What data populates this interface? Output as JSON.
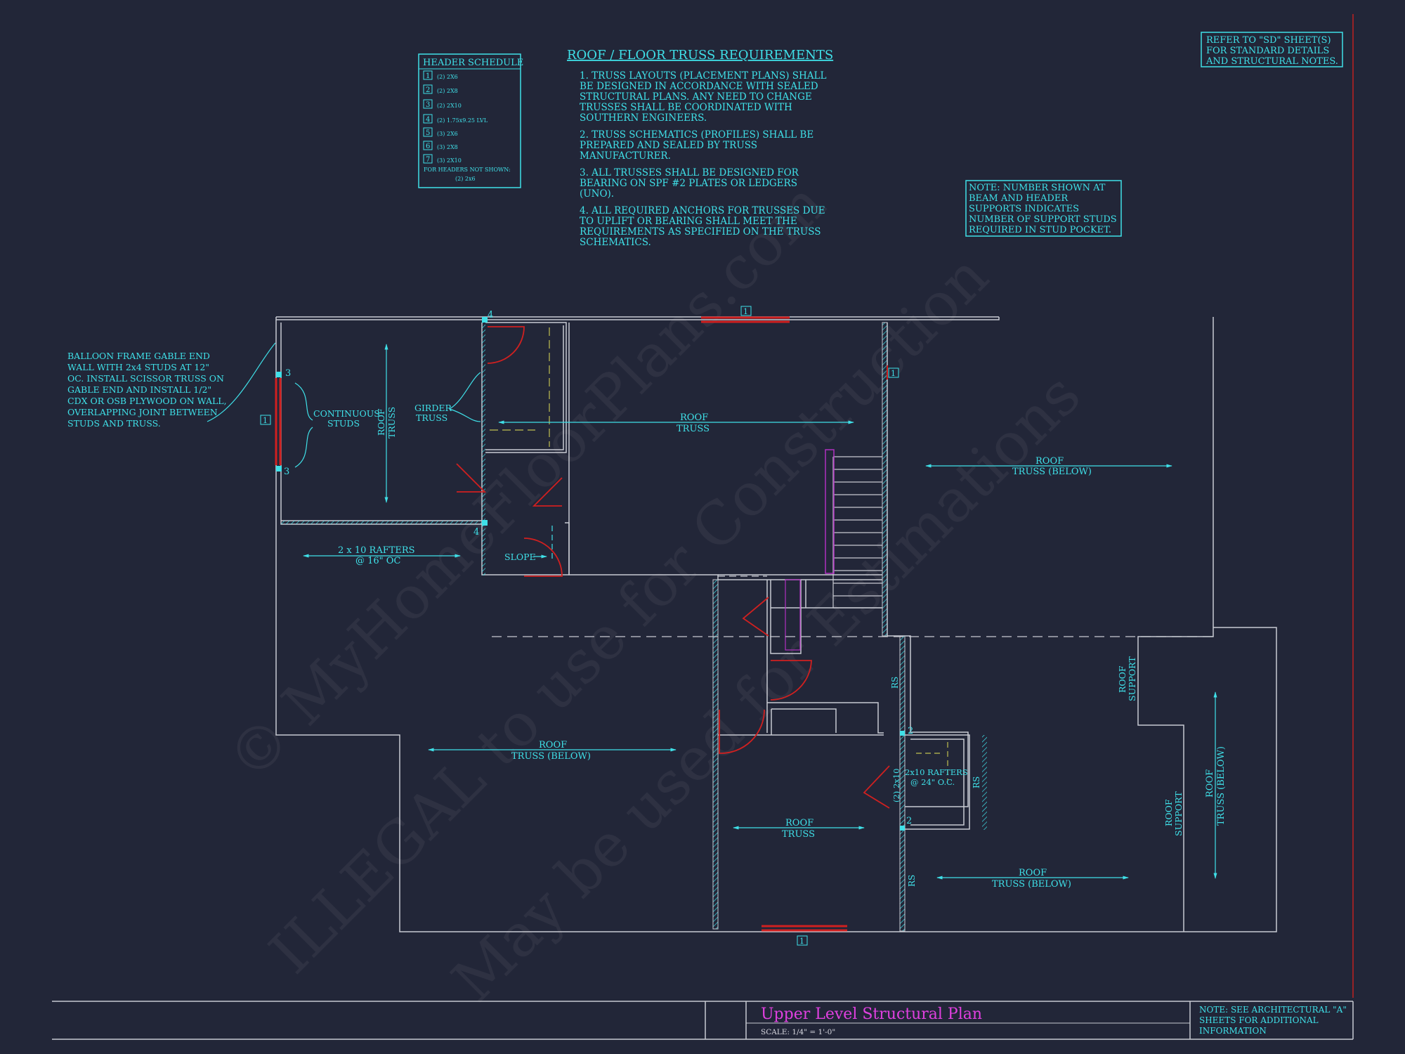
{
  "truss_requirements": {
    "title": "ROOF / FLOOR TRUSS REQUIREMENTS",
    "notes": [
      [
        "1. TRUSS LAYOUTS (PLACEMENT PLANS) SHALL",
        "BE DESIGNED IN ACCORDANCE WITH SEALED",
        "STRUCTURAL PLANS. ANY NEED TO CHANGE",
        "TRUSSES SHALL BE COORDINATED WITH",
        "SOUTHERN ENGINEERS."
      ],
      [
        "2. TRUSS SCHEMATICS (PROFILES) SHALL BE",
        "PREPARED AND SEALED BY TRUSS",
        "MANUFACTURER."
      ],
      [
        "3. ALL TRUSSES SHALL BE DESIGNED FOR",
        "BEARING ON SPF #2 PLATES OR LEDGERS",
        "(UNO)."
      ],
      [
        "4. ALL REQUIRED ANCHORS FOR TRUSSES DUE",
        "TO UPLIFT OR BEARING SHALL MEET THE",
        "REQUIREMENTS AS SPECIFIED ON THE TRUSS",
        "SCHEMATICS."
      ]
    ]
  },
  "header_schedule": {
    "title": "HEADER SCHEDULE",
    "items": [
      {
        "num": "1",
        "spec": "(2) 2X6"
      },
      {
        "num": "2",
        "spec": "(2) 2X8"
      },
      {
        "num": "3",
        "spec": "(2) 2X10"
      },
      {
        "num": "4",
        "spec": "(2) 1.75x9.25 LVL"
      },
      {
        "num": "5",
        "spec": "(3) 2X6"
      },
      {
        "num": "6",
        "spec": "(3) 2X8"
      },
      {
        "num": "7",
        "spec": "(3) 2X10"
      }
    ],
    "footnote_1": "FOR HEADERS NOT SHOWN:",
    "footnote_2": "(2) 2x6"
  },
  "refer_note": [
    "REFER TO \"SD\" SHEET(S)",
    "FOR STANDARD DETAILS",
    "AND STRUCTURAL NOTES."
  ],
  "support_note": [
    "NOTE: NUMBER SHOWN AT",
    "BEAM AND HEADER",
    "SUPPORTS INDICATES",
    "NUMBER OF SUPPORT STUDS",
    "REQUIRED IN STUD POCKET."
  ],
  "balloon_note": [
    "BALLOON FRAME GABLE END",
    "WALL WITH 2x4 STUDS AT 12\"",
    "OC. INSTALL SCISSOR TRUSS ON",
    "GABLE END AND INSTALL 1/2\"",
    "CDX OR OSB PLYWOOD ON WALL,",
    "OVERLAPPING JOINT BETWEEN",
    "STUDS AND TRUSS."
  ],
  "labels": {
    "continuous_studs": [
      "CONTINUOUS",
      "STUDS"
    ],
    "girder_truss": [
      "GIRDER",
      "TRUSS"
    ],
    "roof_truss_vertical": [
      "ROOF",
      "TRUSS"
    ],
    "roof_truss_main": [
      "ROOF",
      "TRUSS"
    ],
    "roof_truss_below_right": [
      "ROOF",
      "TRUSS (BELOW)"
    ],
    "rafters": [
      "2 x 10 RAFTERS",
      "@ 16\" OC"
    ],
    "slope": "SLOPE",
    "roof_truss_below_left": [
      "ROOF",
      "TRUSS (BELOW)"
    ],
    "roof_truss_bottom": [
      "ROOF",
      "TRUSS"
    ],
    "roof_truss_below_bottom": [
      "ROOF",
      "TRUSS (BELOW)"
    ],
    "roof_support_1": [
      "ROOF",
      "SUPPORT"
    ],
    "roof_support_2": [
      "ROOF",
      "SUPPORT"
    ],
    "roof_truss_below_far_right": [
      "ROOF",
      "TRUSS (BELOW)"
    ],
    "rafters_small": [
      "2x10 RAFTERS",
      "@ 24\" O.C."
    ],
    "header_2x10": "(2) 2x10",
    "rs": "RS",
    "tag_1": "1",
    "tag_2": "2",
    "tag_3": "3",
    "tag_4": "4"
  },
  "watermark": [
    "© MyHomeFloorPlans.com",
    "ILLEGAL to use for Construction",
    "May be used for Estimations"
  ],
  "title_block": {
    "title": "Upper Level Structural Plan",
    "scale": "SCALE: 1/4\" = 1'-0\"",
    "note": [
      "NOTE: SEE ARCHITECTURAL \"A\"",
      "SHEETS FOR ADDITIONAL",
      "INFORMATION"
    ]
  },
  "colors": {
    "background": "#222638",
    "text": "#3fe0e8",
    "title": "#e040e0",
    "header_red": "#d02020",
    "wall": "#c8cad2"
  }
}
